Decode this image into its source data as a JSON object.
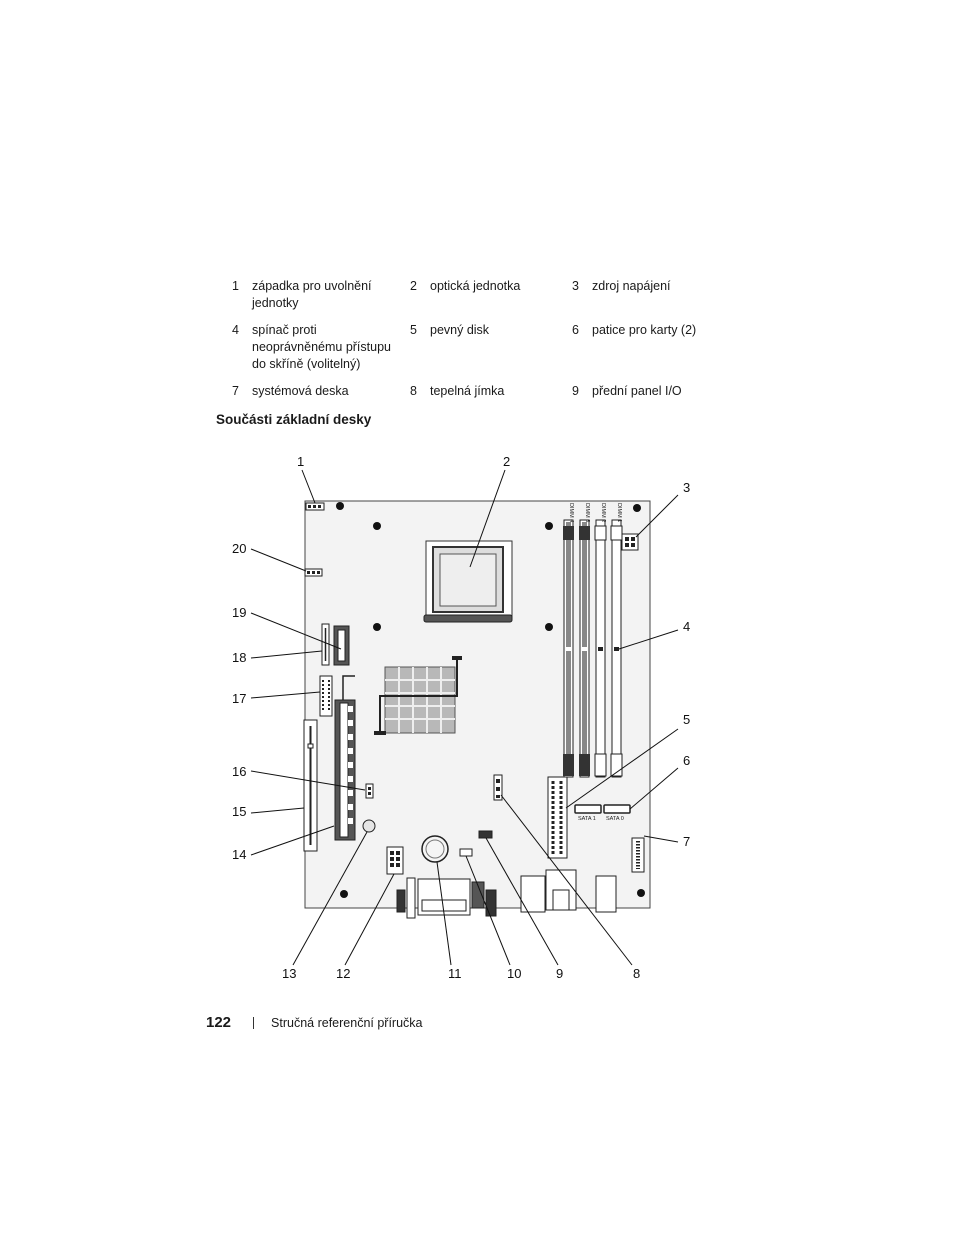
{
  "legend": {
    "items": [
      {
        "num": "1",
        "label": "západka pro uvolnění\njednotky"
      },
      {
        "num": "2",
        "label": "optická jednotka"
      },
      {
        "num": "3",
        "label": "zdroj napájení"
      },
      {
        "num": "4",
        "label": "spínač proti\nneoprávněnému přístupu\ndo skříně (volitelný)"
      },
      {
        "num": "5",
        "label": "pevný disk"
      },
      {
        "num": "6",
        "label": "patice pro karty (2)"
      },
      {
        "num": "7",
        "label": "systémová deska"
      },
      {
        "num": "8",
        "label": "tepelná jímka"
      },
      {
        "num": "9",
        "label": "přední panel I/O"
      }
    ]
  },
  "section_heading": "Součásti základní desky",
  "diagram": {
    "callouts": [
      "1",
      "2",
      "3",
      "4",
      "5",
      "6",
      "7",
      "8",
      "9",
      "10",
      "11",
      "12",
      "13",
      "14",
      "15",
      "16",
      "17",
      "18",
      "19",
      "20"
    ],
    "dimm_labels": [
      "DIMM 4",
      "DIMM 3",
      "DIMM 2",
      "DIMM 1"
    ],
    "sata_labels": [
      "SATA 1",
      "SATA 0"
    ]
  },
  "footer": {
    "page_number": "122",
    "doc_title": "Stručná referenční příručka"
  }
}
